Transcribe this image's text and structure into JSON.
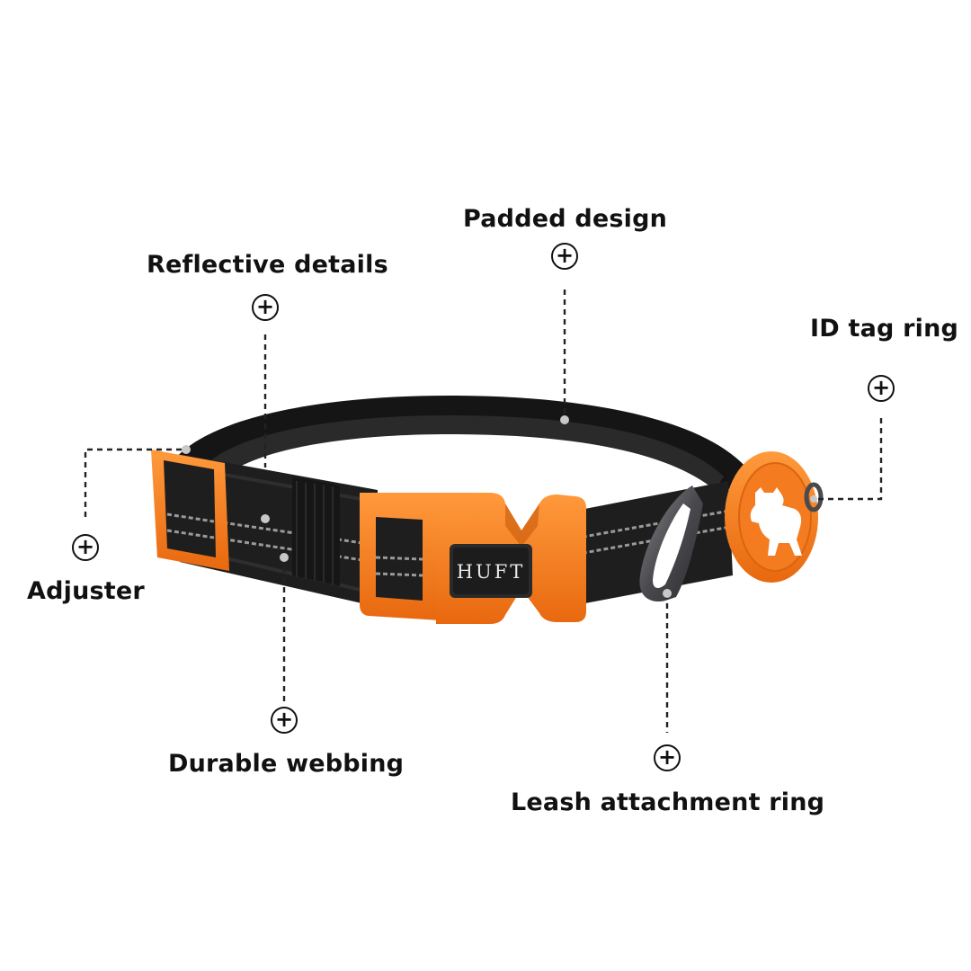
{
  "brand": "HUFT",
  "callouts": {
    "padded_design": "Padded design",
    "reflective_details": "Reflective details",
    "id_tag_ring": "ID tag ring",
    "adjuster": "Adjuster",
    "durable_webbing": "Durable webbing",
    "leash_attachment_ring": "Leash attachment ring"
  },
  "plus_glyph": "+",
  "colors": {
    "accent_orange": "#f47b20",
    "webbing_black": "#1e1e1e",
    "reflective_grey": "#9a9a9a",
    "metal_gunmetal": "#5a5a5e"
  }
}
